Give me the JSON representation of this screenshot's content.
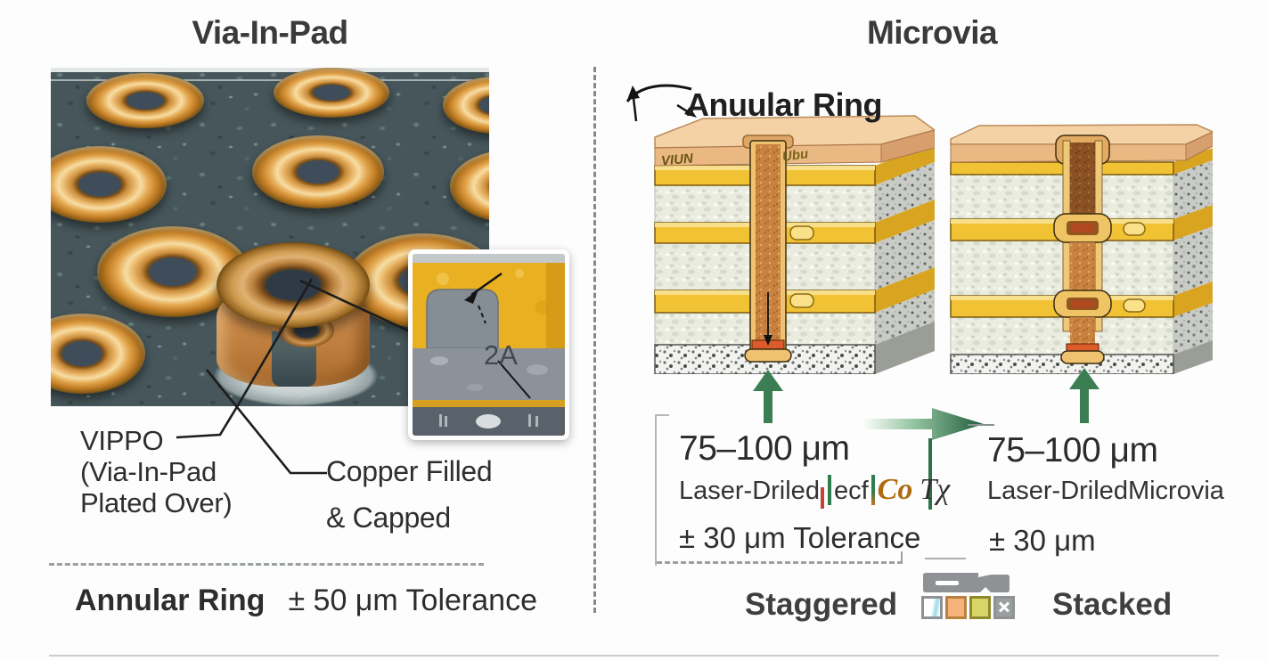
{
  "left": {
    "title": "Via-In-Pad",
    "vippo": {
      "line1": "VIPPO",
      "line2": "(Via-In-Pad",
      "line3": "Plated Over)"
    },
    "copper": {
      "line1": "Copper Filled",
      "line2": "& Capped"
    },
    "inset_marking": "2A",
    "footer": {
      "term": "Annular Ring",
      "tolerance": "± 50 μm Tolerance"
    }
  },
  "right": {
    "title": "Microvia",
    "annular_label": "Anuular Ring",
    "scribbles": {
      "left": "VIUN",
      "right": "Ubu"
    },
    "staggered": {
      "size": "75–100 μm",
      "process": "Laser-Driled",
      "garble": {
        "ecf": "ecf",
        "co": "Co",
        "tx": "Tχ"
      },
      "tolerance": "± 30 μm Tolerance",
      "caption": "Staggered"
    },
    "stacked": {
      "size": "75–100 μm",
      "process": "Laser-DriledMicrovia",
      "tolerance": "± 30 μm",
      "caption": "Stacked"
    }
  },
  "colors": {
    "accent_green": "#2e7048",
    "gold": "#f2c235",
    "copper": "#c8813f",
    "cap_peach": "#eab883",
    "substrate_dark": "#46565a"
  },
  "icons": {
    "annular_arrow": "hand-drawn-up-arrow",
    "measure_arrows": "green-up-arrow",
    "transition_arrow": "green-right-arrow",
    "via_depth_arrow": "black-down-arrow",
    "legend_tag": "gray-tag-shape",
    "legend_swatches": "color-squares-with-x"
  }
}
